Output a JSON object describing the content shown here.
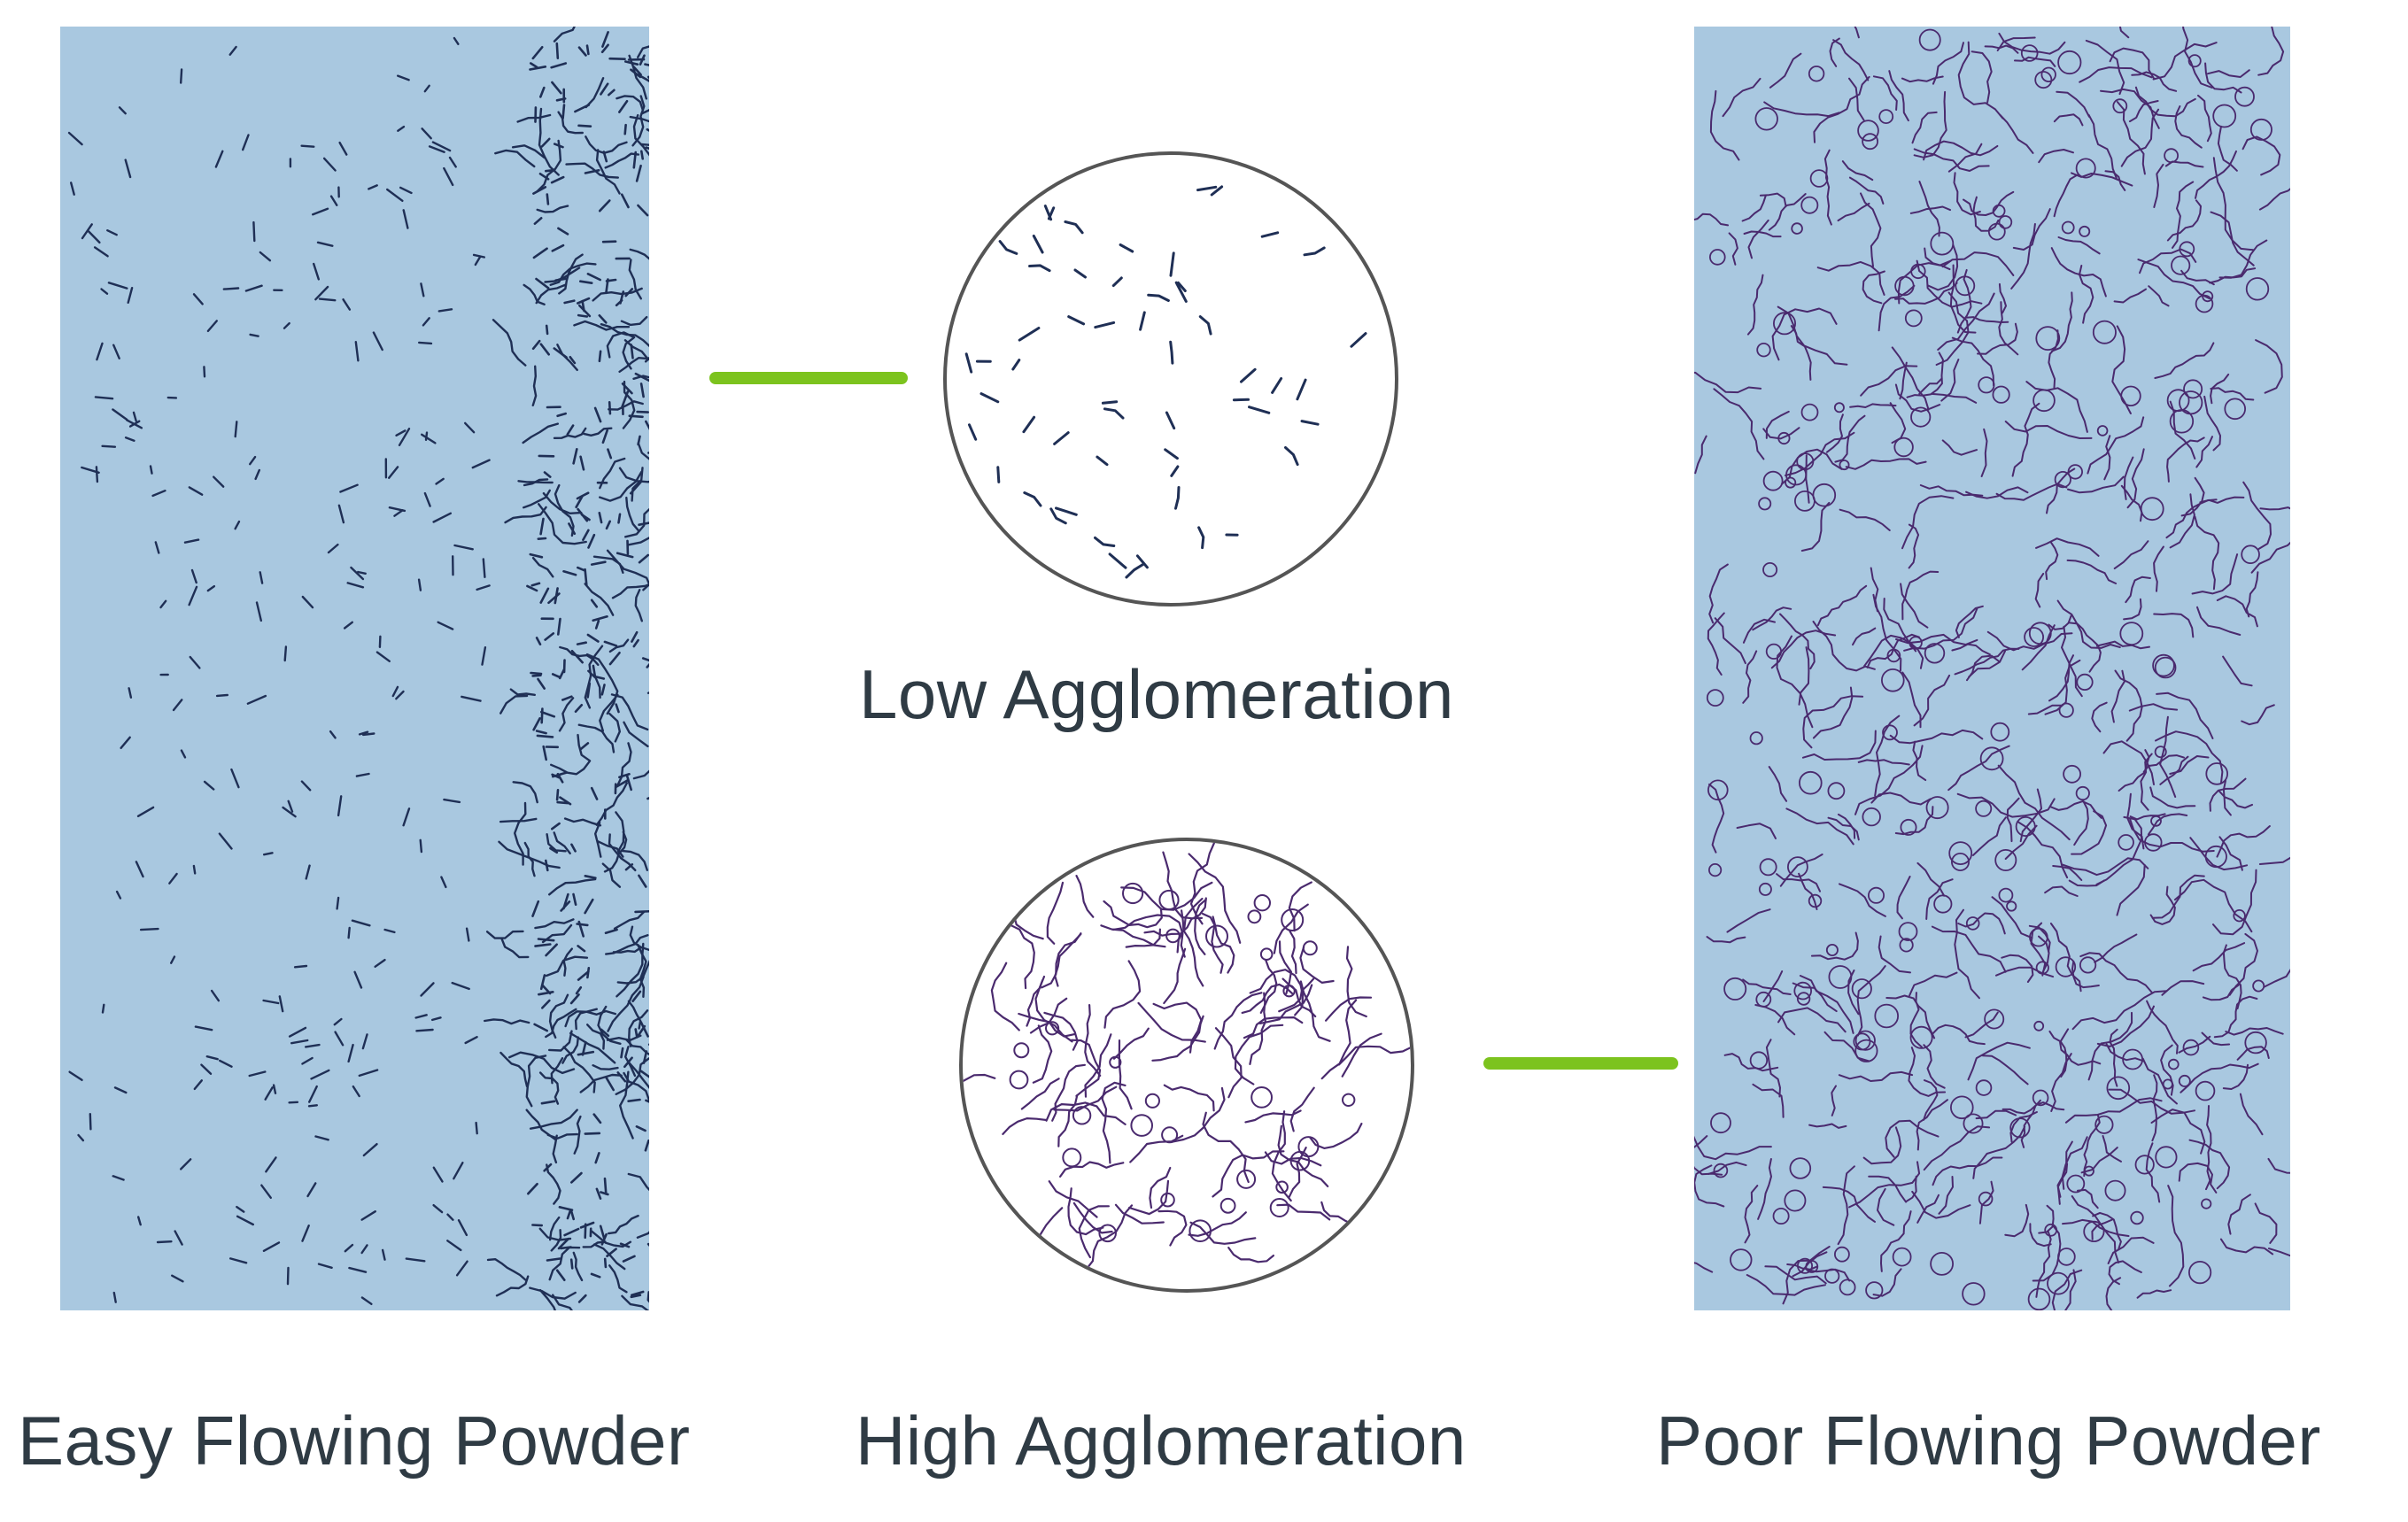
{
  "labels": {
    "low_agglomeration": "Low Agglomeration",
    "high_agglomeration": "High Agglomeration",
    "easy_flowing_powder": "Easy Flowing Powder",
    "poor_flowing_powder": "Poor Flowing Powder"
  },
  "colors": {
    "panel_fill": "#a9c8e0",
    "easy_particle": "#1f2f55",
    "poor_particle": "#4a2a6e",
    "connector": "#7cc31e",
    "circle_stroke": "#555555",
    "text": "#2f3b44"
  }
}
